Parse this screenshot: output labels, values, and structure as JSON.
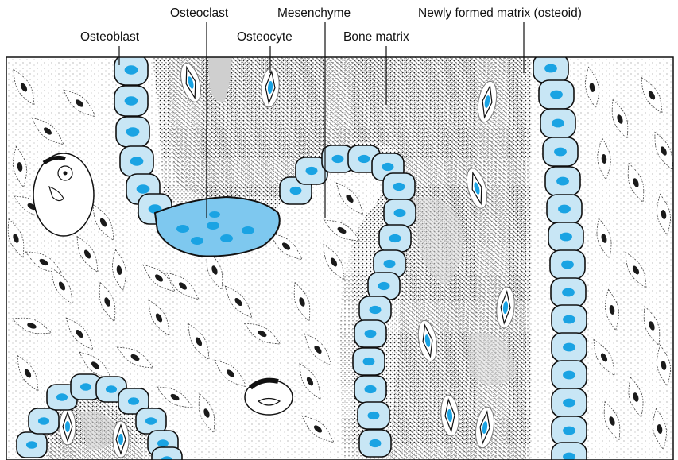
{
  "labels": {
    "osteoclast": "Osteoclast",
    "mesenchyme": "Mesenchyme",
    "new_matrix": "Newly formed matrix (osteoid)",
    "osteoblast": "Osteoblast",
    "osteocyte": "Osteocyte",
    "bone_matrix": "Bone matrix"
  },
  "colors": {
    "cell_fill": "#c8e6f5",
    "nucleus": "#1aa3e3",
    "osteoclast_fill": "#7ec8ef",
    "stroke": "#111111",
    "hatch": "#555555",
    "mesenchyme_nucleus": "#1a1a1a"
  }
}
